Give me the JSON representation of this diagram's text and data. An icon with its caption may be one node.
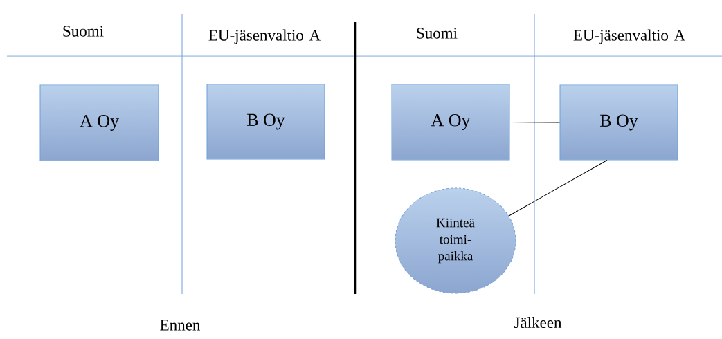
{
  "diagram": {
    "nodes": [
      {
        "text": [
          "A Oy"
        ]
      },
      {
        "text": [
          "B Oy"
        ]
      },
      {
        "text": [
          "A Oy"
        ]
      },
      {
        "text": [
          "B Oy"
        ]
      },
      {
        "text": [
          "Kiinteä toimi-paikka"
        ]
      }
    ],
    "edges": [
      {
        "from": 2,
        "to": 3,
        "arrow": "none"
      },
      {
        "from": 3,
        "to": 4,
        "arrow": "none"
      }
    ],
    "labels": [
      "Suomi",
      "EU-jäsenvaltio A",
      "Suomi",
      "EU-jäsenvaltio A",
      "Ennen",
      "Jälkeen"
    ]
  }
}
